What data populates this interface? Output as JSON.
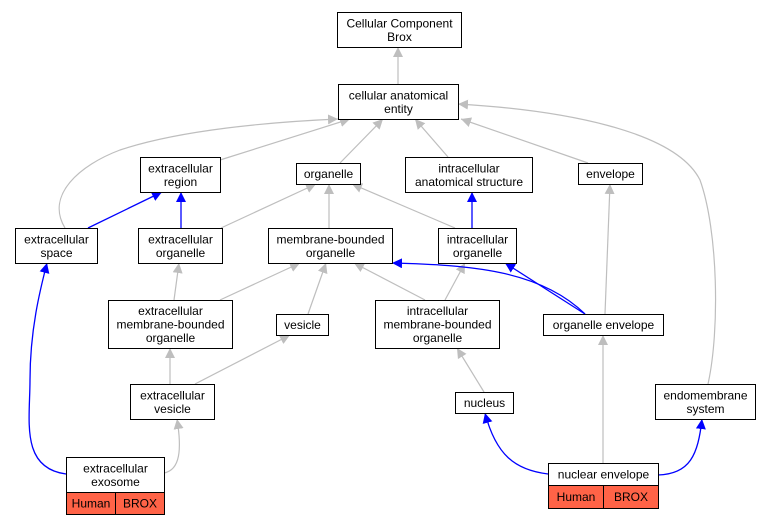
{
  "colors": {
    "is_a_edge": "#bebebe",
    "part_of_edge": "#0000ff",
    "annotation_fill": "#ff6347",
    "node_fill": "#ffffff",
    "node_stroke": "#000000"
  },
  "nodes": {
    "root": [
      "Cellular Component",
      "Brox"
    ],
    "cae": [
      "cellular anatomical",
      "entity"
    ],
    "ecr": [
      "extracellular",
      "region"
    ],
    "org": [
      "organelle"
    ],
    "ias": [
      "intracellular",
      "anatomical structure"
    ],
    "env": [
      "envelope"
    ],
    "ecs": [
      "extracellular",
      "space"
    ],
    "eco": [
      "extracellular",
      "organelle"
    ],
    "mbo": [
      "membrane-bounded",
      "organelle"
    ],
    "io": [
      "intracellular",
      "organelle"
    ],
    "ecmbo": [
      "extracellular",
      "membrane-bounded",
      "organelle"
    ],
    "ves": [
      "vesicle"
    ],
    "imbo": [
      "intracellular",
      "membrane-bounded",
      "organelle"
    ],
    "oenv": [
      "organelle envelope"
    ],
    "ecv": [
      "extracellular",
      "vesicle"
    ],
    "nuc": [
      "nucleus"
    ],
    "ems": [
      "endomembrane",
      "system"
    ],
    "exo": [
      "extracellular",
      "exosome"
    ],
    "nenv": [
      "nuclear envelope"
    ]
  },
  "annotations": {
    "exo": [
      "Human",
      "BROX"
    ],
    "nenv": [
      "Human",
      "BROX"
    ]
  },
  "edges": [
    {
      "from": "cae",
      "to": "root",
      "type": "is_a"
    },
    {
      "from": "ecr",
      "to": "cae",
      "type": "is_a"
    },
    {
      "from": "org",
      "to": "cae",
      "type": "is_a"
    },
    {
      "from": "ias",
      "to": "cae",
      "type": "is_a"
    },
    {
      "from": "env",
      "to": "cae",
      "type": "is_a"
    },
    {
      "from": "ecs",
      "to": "cae",
      "type": "is_a"
    },
    {
      "from": "ems",
      "to": "cae",
      "type": "is_a"
    },
    {
      "from": "ecs",
      "to": "ecr",
      "type": "part_of"
    },
    {
      "from": "eco",
      "to": "ecr",
      "type": "part_of"
    },
    {
      "from": "eco",
      "to": "org",
      "type": "is_a"
    },
    {
      "from": "mbo",
      "to": "org",
      "type": "is_a"
    },
    {
      "from": "io",
      "to": "org",
      "type": "is_a"
    },
    {
      "from": "io",
      "to": "ias",
      "type": "part_of"
    },
    {
      "from": "ecmbo",
      "to": "eco",
      "type": "is_a"
    },
    {
      "from": "ecmbo",
      "to": "mbo",
      "type": "is_a"
    },
    {
      "from": "ves",
      "to": "mbo",
      "type": "is_a"
    },
    {
      "from": "imbo",
      "to": "mbo",
      "type": "is_a"
    },
    {
      "from": "imbo",
      "to": "io",
      "type": "is_a"
    },
    {
      "from": "oenv",
      "to": "env",
      "type": "is_a"
    },
    {
      "from": "oenv",
      "to": "mbo",
      "type": "part_of"
    },
    {
      "from": "oenv",
      "to": "io",
      "type": "part_of"
    },
    {
      "from": "ecv",
      "to": "ecmbo",
      "type": "is_a"
    },
    {
      "from": "ecv",
      "to": "ves",
      "type": "is_a"
    },
    {
      "from": "nuc",
      "to": "imbo",
      "type": "is_a"
    },
    {
      "from": "exo",
      "to": "ecv",
      "type": "is_a"
    },
    {
      "from": "exo",
      "to": "ecs",
      "type": "part_of"
    },
    {
      "from": "nenv",
      "to": "oenv",
      "type": "is_a"
    },
    {
      "from": "nenv",
      "to": "nuc",
      "type": "part_of"
    },
    {
      "from": "nenv",
      "to": "ems",
      "type": "part_of"
    }
  ]
}
